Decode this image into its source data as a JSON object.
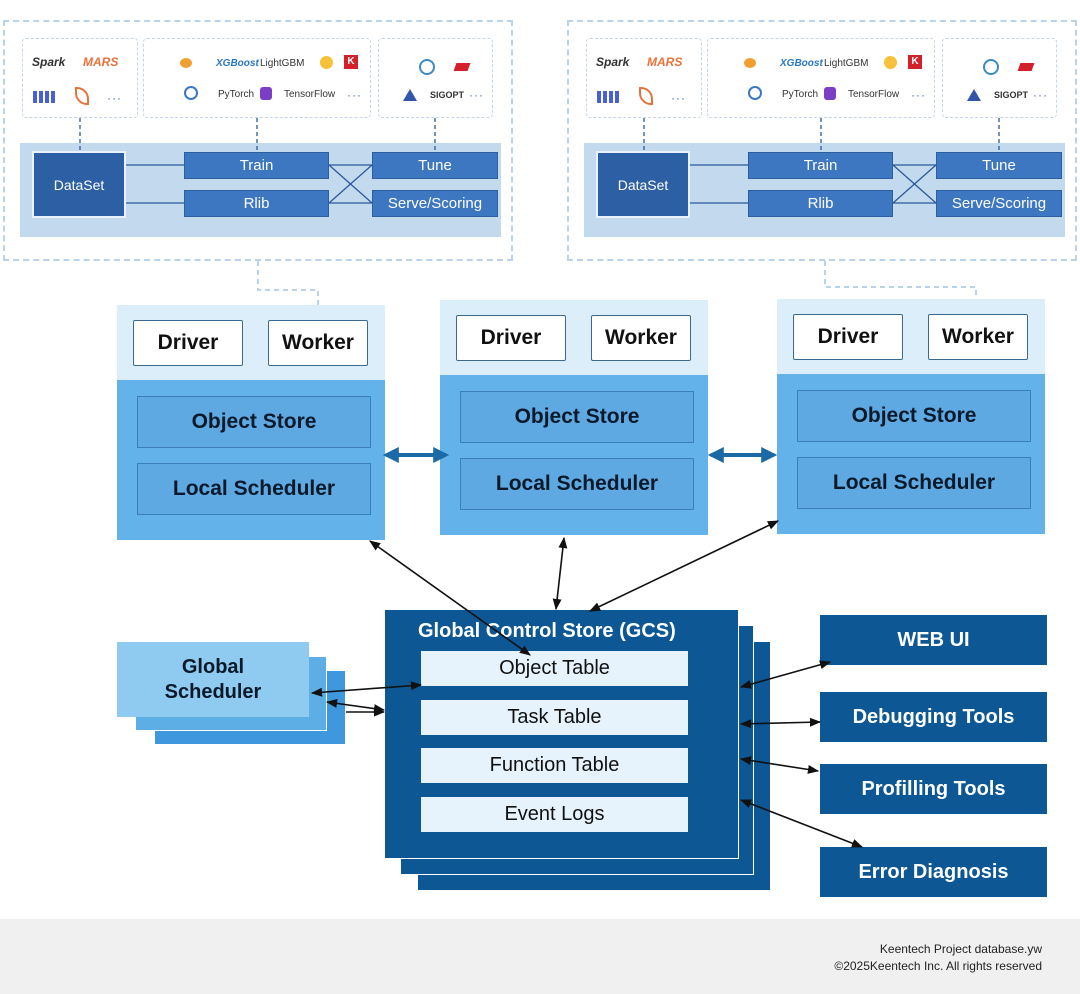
{
  "framework_panels": [
    {
      "logos_left": [
        "Spark",
        "MARS"
      ],
      "logos_middle": [
        "XGBoost",
        "LightGBM",
        "K",
        "PyTorch",
        "TensorFlow"
      ],
      "logos_right": [
        "SIGOPT"
      ],
      "ellipsis": "···",
      "dataset": "DataSet",
      "train": "Train",
      "rlib": "Rlib",
      "tune": "Tune",
      "serve": "Serve/Scoring"
    },
    {
      "logos_left": [
        "Spark",
        "MARS"
      ],
      "logos_middle": [
        "XGBoost",
        "LightGBM",
        "K",
        "PyTorch",
        "TensorFlow"
      ],
      "logos_right": [
        "SIGOPT"
      ],
      "ellipsis": "···",
      "dataset": "DataSet",
      "train": "Train",
      "rlib": "Rlib",
      "tune": "Tune",
      "serve": "Serve/Scoring"
    }
  ],
  "nodes": [
    {
      "driver": "Driver",
      "worker": "Worker",
      "object_store": "Object Store",
      "local_scheduler": "Local Scheduler"
    },
    {
      "driver": "Driver",
      "worker": "Worker",
      "object_store": "Object Store",
      "local_scheduler": "Local Scheduler"
    },
    {
      "driver": "Driver",
      "worker": "Worker",
      "object_store": "Object Store",
      "local_scheduler": "Local Scheduler"
    }
  ],
  "gcs": {
    "title": "Global Control Store (GCS)",
    "tables": [
      "Object Table",
      "Task Table",
      "Function Table",
      "Event Logs"
    ]
  },
  "global_scheduler": {
    "line1": "Global",
    "line2": "Scheduler"
  },
  "tools": [
    "WEB UI",
    "Debugging Tools",
    "Profilling Tools",
    "Error Diagnosis"
  ],
  "footer": {
    "line1": "Keentech Project database.yw",
    "line2": "©2025Keentech Inc. All rights reserved"
  },
  "colors": {
    "dark_blue": "#0d5795",
    "node_blue": "#63b2ea",
    "light_blue": "#dbeefa",
    "flow_blue": "#3d77c1"
  }
}
